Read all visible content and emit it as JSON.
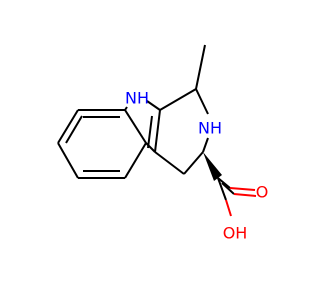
{
  "colors": {
    "carbon": "#000000",
    "nitrogen": "#0000ff",
    "oxygen": "#ff0000",
    "background": "#ffffff"
  },
  "labels": {
    "indole_nh": "NH",
    "ring_nh": "NH",
    "carbonyl_o": "O",
    "hydroxyl_oh": "OH"
  }
}
